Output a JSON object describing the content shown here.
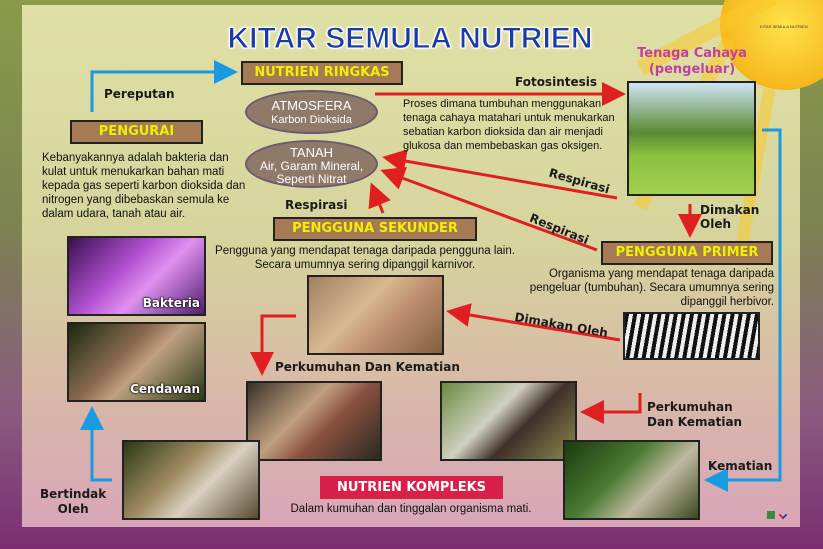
{
  "title": "KITAR SEMULA NUTRIEN",
  "corner_note": "KITAR SEMULA NUTRIEN",
  "nutrien_ringkas": "NUTRIEN RINGKAS",
  "atmosfera": {
    "title": "ATMOSFERA",
    "sub": "Karbon Dioksida"
  },
  "tanah": {
    "title": "TANAH",
    "line1": "Air, Garam Mineral,",
    "line2": "Seperti Nitrat"
  },
  "pengurai": {
    "label": "PENGURAI",
    "text": "Kebanyakannya adalah bakteria dan kulat untuk menukarkan bahan mati kepada gas seperti karbon dioksida dan nitrogen yang dibebaskan semula ke dalam udara, tanah atau air."
  },
  "perepuntan": "Pereputan",
  "fotosintesis": "Fotosintesis",
  "proses_text": "Proses dimana tumbuhan menggunakan tenaga cahaya matahari untuk menukarkan sebatian karbon dioksida dan air menjadi glukosa dan membebaskan gas oksigen.",
  "tenaga_cahaya": {
    "line1": "Tenaga Cahaya",
    "line2": "(pengeluar)"
  },
  "respirasi_1": "Respirasi",
  "respirasi_2": "Respirasi",
  "respirasi_3": "Respirasi",
  "dimakan_oleh_1": {
    "line1": "Dimakan",
    "line2": "Oleh"
  },
  "dimakan_oleh_2": "Dimakan Oleh",
  "pengguna_primer": {
    "label": "PENGGUNA PRIMER",
    "text": "Organisma yang mendapat tenaga daripada pengeluar (tumbuhan). Secara umumnya sering dipanggil herbivor."
  },
  "pengguna_sekunder": {
    "label": "PENGGUNA SEKUNDER",
    "line1": "Pengguna yang mendapat tenaga daripada pengguna lain.",
    "line2": "Secara umumnya sering dipanggil karnivor."
  },
  "perkumuhan_1": "Perkumuhan Dan Kematian",
  "perkumuhan_2": {
    "line1": "Perkumuhan",
    "line2": "Dan Kematian"
  },
  "kematian": "Kematian",
  "bertindak_oleh": {
    "line1": "Bertindak",
    "line2": "Oleh"
  },
  "bakteria": "Bakteria",
  "cendawan": "Cendawan",
  "nutrien_kompleks": {
    "label": "NUTRIEN KOMPLEKS",
    "text": "Dalam kumuhan dan tinggalan organisma mati."
  },
  "colors": {
    "red_arrow": "#e02020",
    "blue_arrow": "#1a9ae0",
    "box_fill": "#a57a55",
    "box_text": "#f0f000",
    "kompleks": "#d8204a",
    "title": "#1a3aa8",
    "tenaga": "#c040a0"
  }
}
